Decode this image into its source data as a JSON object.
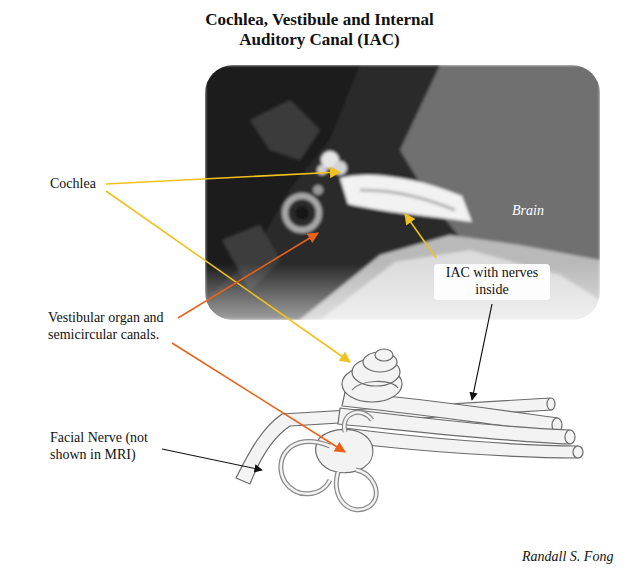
{
  "diagram": {
    "title": "Cochlea, Vestibule and Internal Auditory Canal (IAC)",
    "labels": [
      "Cochlea",
      "Brain",
      "IAC with nerves inside",
      "Vestibular organ and semicircular canals.",
      "Facial Nerve (not shown in MRI)",
      "Randall S. Fong"
    ]
  }
}
